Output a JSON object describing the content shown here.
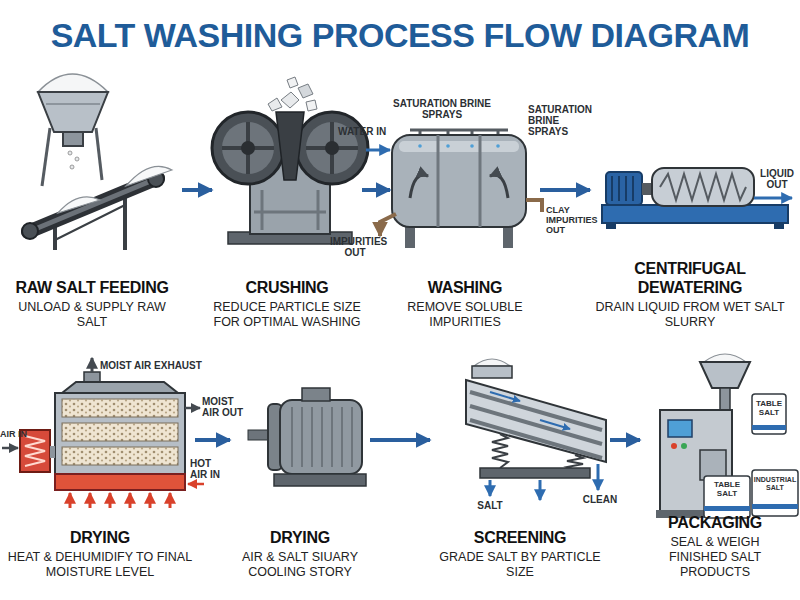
{
  "diagram": {
    "title": "SALT WASHING PROCESS FLOW DIAGRAM",
    "nodes": [
      {
        "text": [
          "RAW SALT FEEDING",
          "UNLOAD & SUPPLY RAW SALT"
        ]
      },
      {
        "text": [
          "CRUSHING",
          "REDUCE PARTICLE SIZE FOR OPTIMAL WASHING"
        ]
      },
      {
        "text": [
          "WASHING",
          "REMOVE SOLUBLE IMPURITIES"
        ]
      },
      {
        "text": [
          "CENTRIFUGAL DEWATERING",
          "DRAIN LIQUID FROM WET SALT SLURRY"
        ]
      },
      {
        "text": [
          "DRYING",
          "HEAT & DEHUMIDIFY TO FINAL MOISTURE LEVEL"
        ]
      },
      {
        "text": [
          "DRYING",
          "AIR & SALT SIUARY COOLING STORY"
        ]
      },
      {
        "text": [
          "SCREENING",
          "GRADE SALT BY PARTICLE SIZE"
        ]
      },
      {
        "text": [
          "PACKAGING",
          "SEAL & WEIGH FINISHED SALT PRODUCTS"
        ]
      }
    ],
    "edges": [
      {
        "from": 0,
        "to": 1,
        "arrow": "to"
      },
      {
        "from": 1,
        "to": 2,
        "arrow": "to"
      },
      {
        "from": 2,
        "to": 3,
        "arrow": "to"
      },
      {
        "from": 4,
        "to": 5,
        "arrow": "to"
      },
      {
        "from": 5,
        "to": 6,
        "arrow": "to"
      },
      {
        "from": 6,
        "to": 7,
        "arrow": "to"
      }
    ],
    "labels": [
      "SATURATION BRINE SPRAYS",
      "SATURATION BRINE SPRAYS",
      "WATER IN",
      "IMPURITIES OUT",
      "CLAY IMPURITIES OUT",
      "LIQUID OUT",
      "MOIST AIR EXHAUST",
      "MOIST AIR OUT",
      "AIR IN",
      "HOT AIR IN",
      "SALT",
      "CLEAN",
      "TABLE SALT",
      "TABLE SALT",
      "INDUSTRIAL SALT"
    ]
  }
}
